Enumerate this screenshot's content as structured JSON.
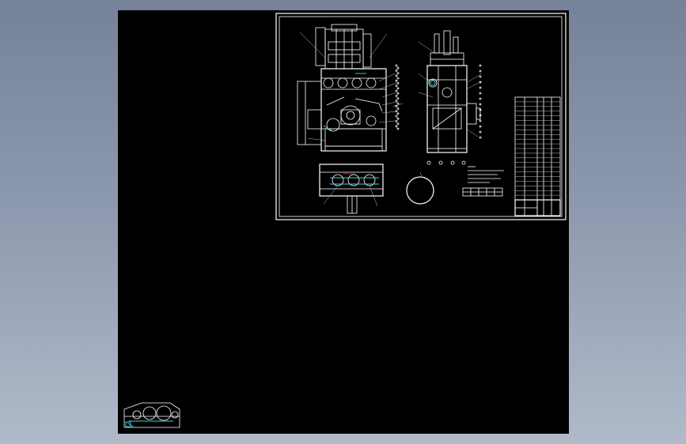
{
  "app": {
    "background_gradient": [
      "#75829a",
      "#b0bac9"
    ],
    "canvas_color": "#000000",
    "line_color": "#ffffff",
    "highlight_color": "#37d4e0"
  },
  "drawing": {
    "title_block_rows": 22,
    "balloon_count_left": 26,
    "balloon_count_right": 14
  }
}
